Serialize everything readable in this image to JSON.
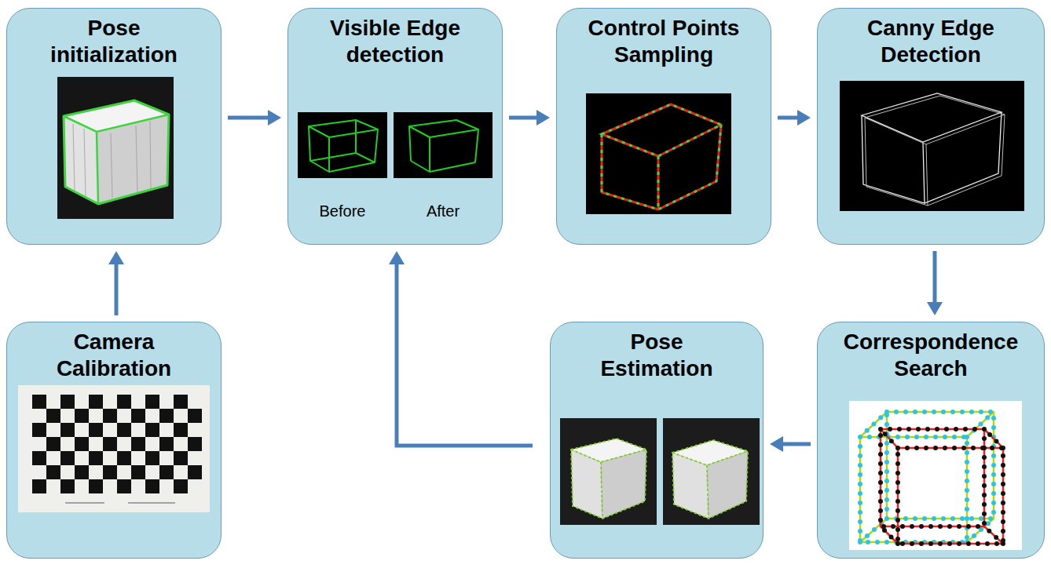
{
  "diagram": {
    "nodes": [
      {
        "text": [
          "Pose initialization"
        ]
      },
      {
        "text": [
          "Visible Edge detection",
          "Before",
          "After"
        ]
      },
      {
        "text": [
          "Control Points Sampling"
        ]
      },
      {
        "text": [
          "Canny Edge Detection"
        ]
      },
      {
        "text": [
          "Camera Calibration"
        ]
      },
      {
        "text": [
          "Pose Estimation"
        ]
      },
      {
        "text": [
          "Correspondence Search"
        ]
      }
    ],
    "edges": [
      {
        "from": 0,
        "to": 1,
        "arrow": "to"
      },
      {
        "from": 1,
        "to": 2,
        "arrow": "to"
      },
      {
        "from": 2,
        "to": 3,
        "arrow": "to"
      },
      {
        "from": 3,
        "to": 6,
        "arrow": "to"
      },
      {
        "from": 6,
        "to": 5,
        "arrow": "to"
      },
      {
        "from": 5,
        "to": 1,
        "arrow": "to"
      },
      {
        "from": 4,
        "to": 0,
        "arrow": "to"
      }
    ]
  }
}
